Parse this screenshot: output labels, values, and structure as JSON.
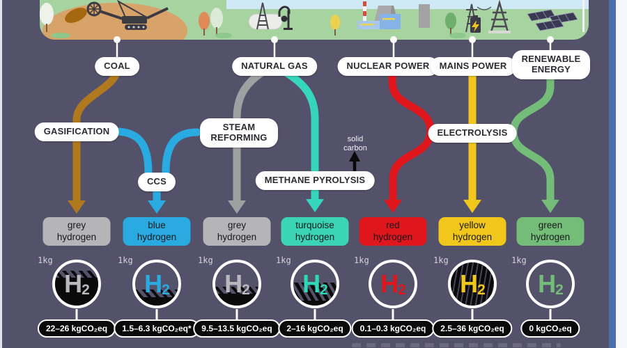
{
  "sources": [
    {
      "label": "COAL"
    },
    {
      "label": "NATURAL GAS"
    },
    {
      "label": "NUCLEAR POWER"
    },
    {
      "label": "MAINS POWER"
    },
    {
      "line1": "RENEWABLE",
      "line2": "ENERGY"
    }
  ],
  "processes": {
    "gasification": "GASIFICATION",
    "steam_reforming_line1": "STEAM",
    "steam_reforming_line2": "REFORMING",
    "ccs": "CCS",
    "methane_pyrolysis": "METHANE PYROLYSIS",
    "electrolysis": "ELECTROLYSIS",
    "solid_carbon_line1": "solid",
    "solid_carbon_line2": "carbon"
  },
  "banner_icons": [
    "coal-mine-excavator",
    "trees",
    "natural-gas-tank-and-pump",
    "nuclear-power-plant",
    "transmission-pylons-battery",
    "solar-panels-wind-turbine"
  ],
  "columns": [
    {
      "type_line1": "grey",
      "type_line2": "hydrogen",
      "mass": "1kg",
      "h": "H",
      "h_sub": "2",
      "emissions": "22–26 kgCO₂eq",
      "color": "#b5b5b8",
      "source_path": "coal-gasification",
      "path_color": "#b0791f"
    },
    {
      "type_line1": "blue",
      "type_line2": "hydrogen",
      "mass": "1kg",
      "h": "H",
      "h_sub": "2",
      "emissions": "1.5–6.3 kgCO₂eq*",
      "color": "#29abe2",
      "source_path": "gasification-smr-with-ccs",
      "path_color": "#29abe2"
    },
    {
      "type_line1": "grey",
      "type_line2": "hydrogen",
      "mass": "1kg",
      "h": "H",
      "h_sub": "2",
      "emissions": "9.5–13.5 kgCO₂eq",
      "color": "#b5b5b8",
      "source_path": "natural-gas-steam-reforming",
      "path_color": "#9fa0a2"
    },
    {
      "type_line1": "turquoise",
      "type_line2": "hydrogen",
      "mass": "1kg",
      "h": "H",
      "h_sub": "2",
      "emissions": "2–16 kgCO₂eq",
      "color": "#3bd4b4",
      "source_path": "methane-pyrolysis",
      "path_color": "#35d6bb"
    },
    {
      "type_line1": "red",
      "type_line2": "hydrogen",
      "mass": "1kg",
      "h": "H",
      "h_sub": "2",
      "emissions": "0.1–0.3 kgCO₂eq",
      "color": "#e0161d",
      "source_path": "nuclear-electrolysis",
      "path_color": "#e0161d"
    },
    {
      "type_line1": "yellow",
      "type_line2": "hydrogen",
      "mass": "1kg",
      "h": "H",
      "h_sub": "2",
      "emissions": "2.5–36 kgCO₂eq",
      "color": "#f2c71c",
      "source_path": "mains-electrolysis",
      "path_color": "#f2c71c"
    },
    {
      "type_line1": "green",
      "type_line2": "hydrogen",
      "mass": "1kg",
      "h": "H",
      "h_sub": "2",
      "emissions": "0 kgCO₂eq",
      "color": "#74bd78",
      "source_path": "renewable-electrolysis",
      "path_color": "#74bd78"
    }
  ],
  "colors": {
    "background": "#54516a",
    "banner_green": "#a6d3a0",
    "sky": "#cfe9f7",
    "circle_fill_black": "#0a0a0a",
    "frame_blue": "#4a6fab"
  }
}
